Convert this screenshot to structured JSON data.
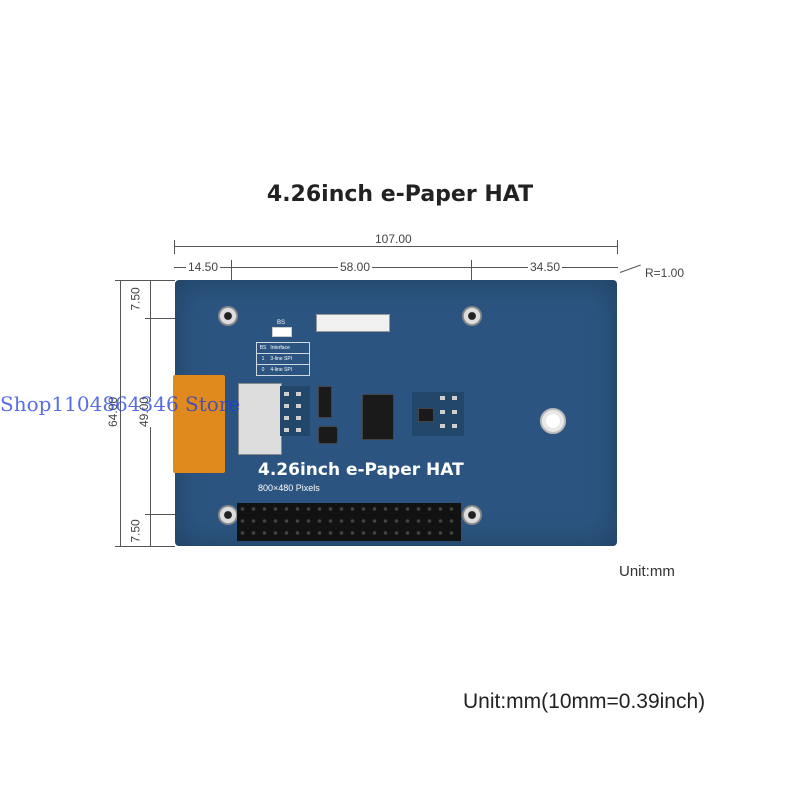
{
  "title": "4.26inch e-Paper HAT",
  "dimensions": {
    "total_width": "107.00",
    "left_offset": "14.50",
    "hole_spacing": "58.00",
    "right_offset": "34.50",
    "corner_radius": "R=1.00",
    "top_offset": "7.50",
    "total_height": "64.00",
    "hole_vertical": "49.00",
    "bottom_offset": "7.50"
  },
  "board": {
    "title": "4.26inch e-Paper HAT",
    "subtitle": "800×480 Pixels",
    "bs_label": "BS",
    "table": {
      "header": [
        "BS",
        "Interface"
      ],
      "rows": [
        [
          "1",
          "3-line SPI"
        ],
        [
          "0",
          "4-line SPI"
        ]
      ]
    }
  },
  "unit_small": "Unit:mm",
  "unit_large": "Unit:mm(10mm=0.39inch)",
  "watermark": "Shop1104864346 Store"
}
